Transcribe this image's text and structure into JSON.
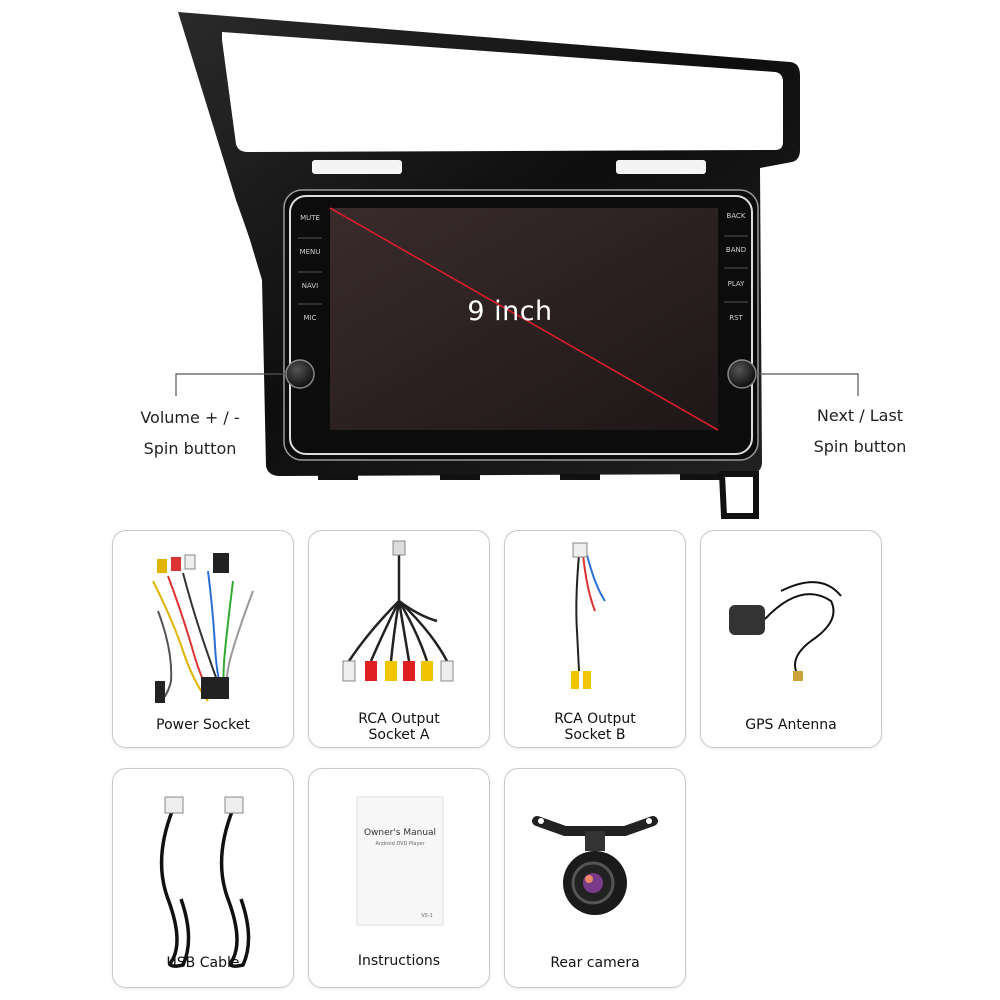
{
  "unit": {
    "screen_label": "9 inch",
    "left_buttons": [
      "MUTE",
      "MENU",
      "NAVI",
      "MIC"
    ],
    "right_buttons": [
      "BACK",
      "BAND",
      "PLAY",
      "RST"
    ],
    "left_callout": {
      "line1": "Volume + / -",
      "line2": "Spin button"
    },
    "right_callout": {
      "line1": "Next / Last",
      "line2": "Spin button"
    }
  },
  "accessories": [
    {
      "label": "Power Socket",
      "icon": "wiring-harness-icon"
    },
    {
      "label_line1": "RCA Output",
      "label_line2": "Socket A",
      "icon": "rca-cable-icon"
    },
    {
      "label_line1": "RCA Output",
      "label_line2": "Socket B",
      "icon": "rca-cable-icon"
    },
    {
      "label": "GPS Antenna",
      "icon": "gps-antenna-icon"
    },
    {
      "label": "USB Cable",
      "icon": "usb-cable-icon"
    },
    {
      "label": "Instructions",
      "icon": "manual-icon"
    },
    {
      "label": "Rear camera",
      "icon": "camera-icon"
    }
  ],
  "manual": {
    "title": "Owner's Manual",
    "subtitle": "Android DVD Player",
    "code": "VS-1"
  },
  "colors": {
    "frame": "#1a1a1a",
    "screen": "#2b1e1e",
    "diagonal": "#d81e2c",
    "card_border": "#c9c9c9"
  }
}
